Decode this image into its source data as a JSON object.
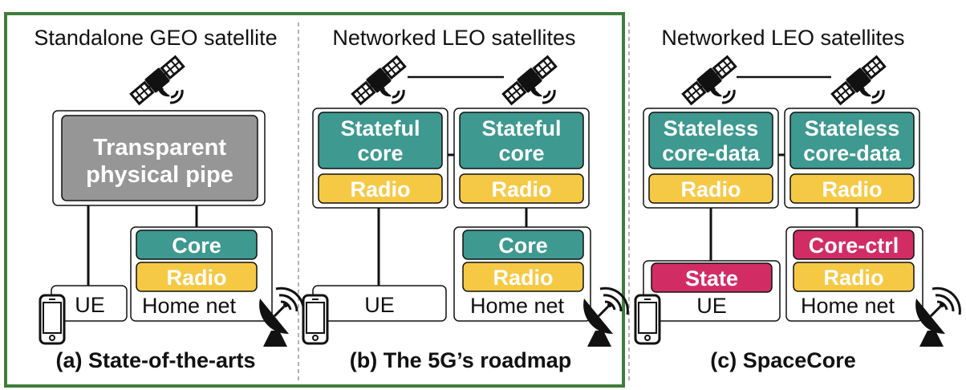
{
  "panels": {
    "a": {
      "title": "Standalone GEO satellite",
      "pipe_line1": "Transparent",
      "pipe_line2": "physical pipe",
      "core": "Core",
      "radio": "Radio",
      "ue": "UE",
      "home": "Home net",
      "caption": "(a) State-of-the-arts"
    },
    "b": {
      "title": "Networked LEO satellites",
      "sat_core_line1": "Stateful",
      "sat_core_line2": "core",
      "radio": "Radio",
      "core": "Core",
      "ue": "UE",
      "home": "Home net",
      "caption": "(b) The 5G’s roadmap"
    },
    "c": {
      "title": "Networked LEO satellites",
      "sat_core_line1": "Stateless",
      "sat_core_line2": "core-data",
      "radio": "Radio",
      "state": "State",
      "core_ctrl": "Core-ctrl",
      "ue": "UE",
      "home": "Home net",
      "caption": "(c) SpaceCore"
    }
  },
  "colors": {
    "teal": "#3e9990",
    "yellow": "#f6c945",
    "gray": "#969696",
    "magenta": "#d12d64",
    "highlight_border": "#3f7d3c",
    "divider": "#9a9a9a"
  },
  "icons": [
    "satellite-icon",
    "phone-icon",
    "dish-antenna-icon"
  ]
}
